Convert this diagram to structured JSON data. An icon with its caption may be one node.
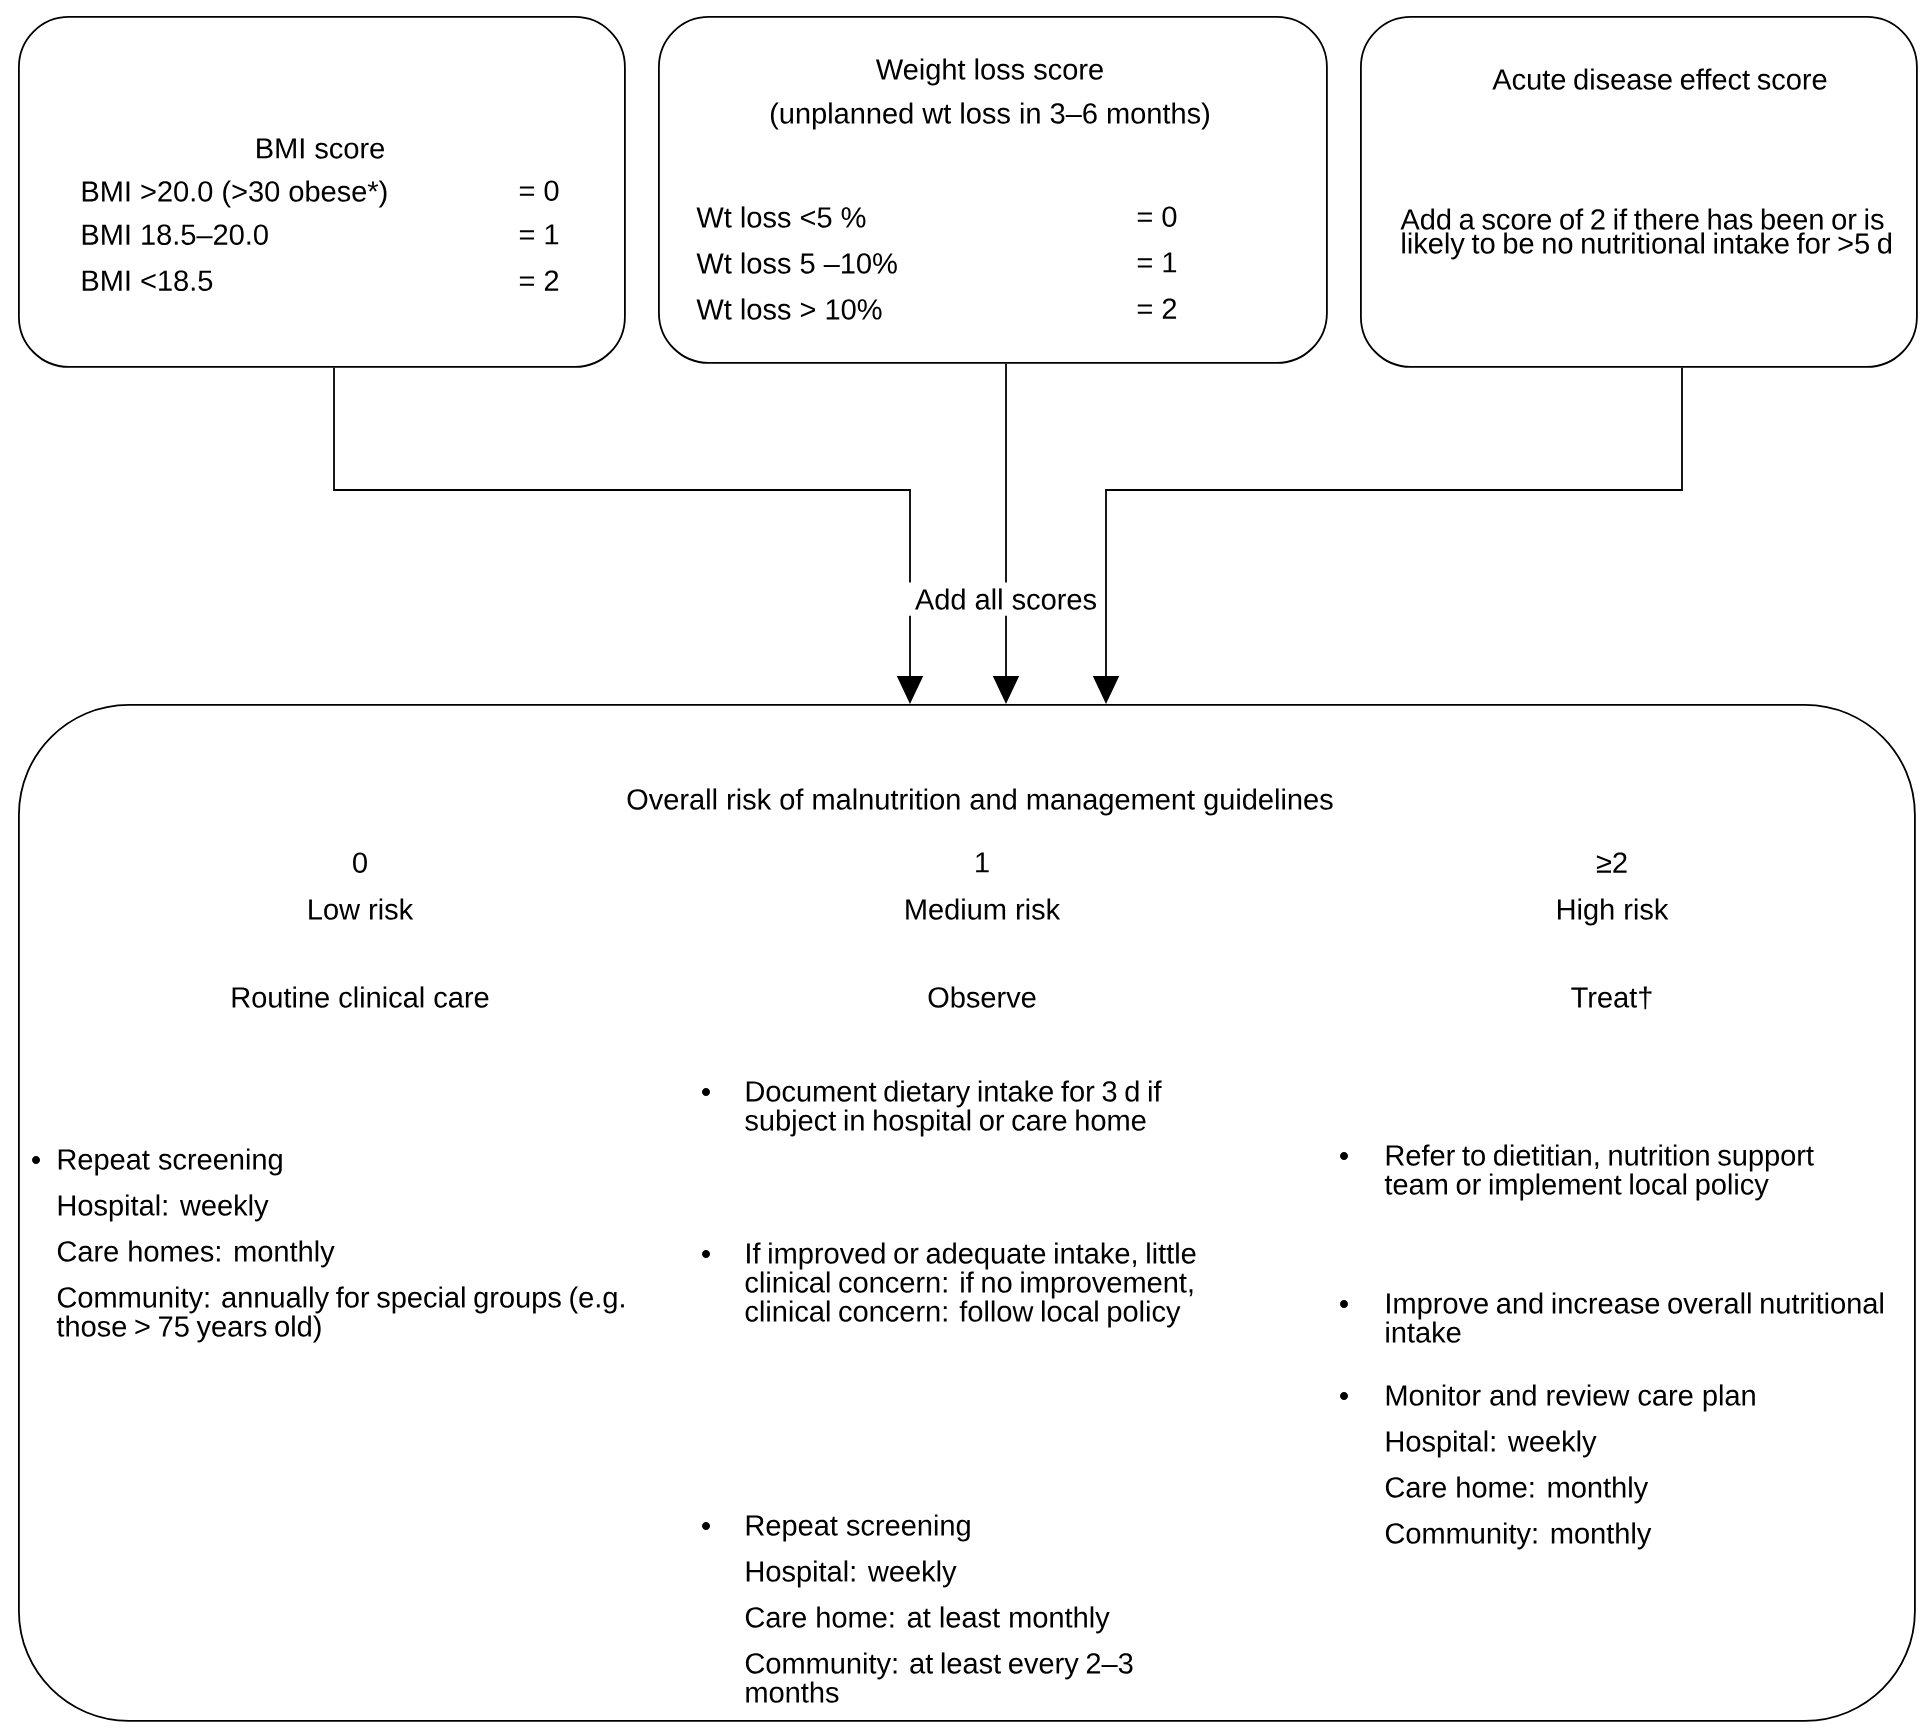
{
  "diagram": {
    "nodes": [
      {
        "text": [
          "BMI score",
          "BMI >20.0 (>30 obese*)",
          "= 0",
          "BMI 18.5–20.0",
          "= 1",
          "BMI <18.5",
          "= 2"
        ]
      },
      {
        "text": [
          "Weight loss score",
          "(unplanned wt loss in 3–6 months)",
          "Wt loss <5 %",
          "= 0",
          "Wt loss 5 –10%",
          "= 1",
          "Wt loss > 10%",
          "= 2"
        ]
      },
      {
        "text": [
          "Acute disease effect score",
          "Add a score of 2 if there has been or is likely to be no nutritional intake for >5 d"
        ]
      },
      {
        "text": [
          "Overall risk of malnutrition and management guidelines",
          "0",
          "Low risk",
          "Routine clinical care",
          "Repeat screening",
          "Hospital: weekly",
          "Care homes: monthly",
          "Community: annually for special groups (e.g. those > 75 years old)",
          "1",
          "Medium risk",
          "Observe",
          "Document dietary intake for 3 d if subject in hospital or care home",
          "If improved or adequate intake, little clinical concern: if no improvement, clinical concern: follow local policy",
          "Repeat screening",
          "Hospital: weekly",
          "Care home: at least monthly",
          "Community: at least every 2–3 months",
          "≥2",
          "High risk",
          "Treat†",
          "Refer to dietitian, nutrition support team or implement local policy",
          "Improve and increase overall nutritional intake",
          "Monitor and review care plan",
          "Hospital: weekly",
          "Care home: monthly",
          "Community: monthly"
        ]
      }
    ],
    "edges": [
      {
        "from": 0,
        "to": 3,
        "arrow": "to"
      },
      {
        "from": 1,
        "to": 3,
        "arrow": "to"
      },
      {
        "from": 2,
        "to": 3,
        "arrow": "to"
      }
    ],
    "labels": [
      "Add all scores"
    ]
  }
}
